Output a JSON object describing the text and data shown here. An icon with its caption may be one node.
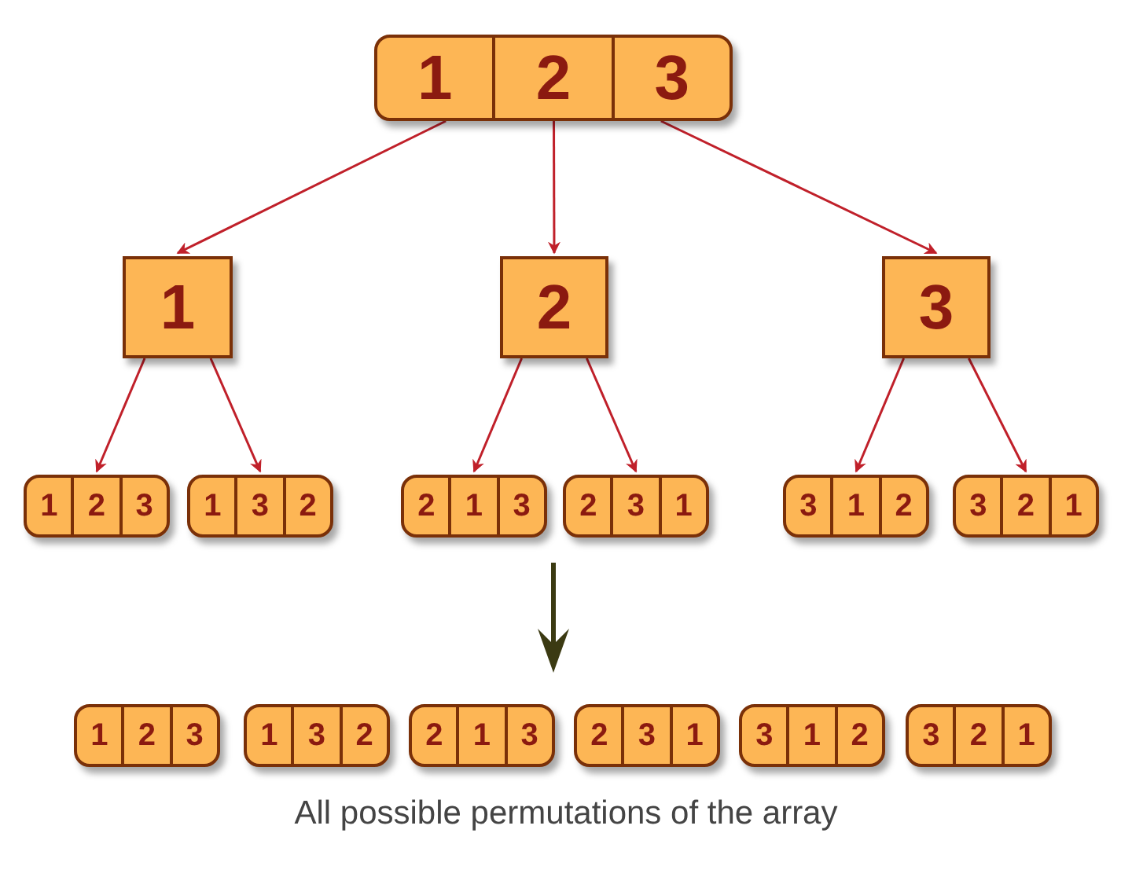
{
  "diagram": {
    "caption": "All possible permutations of the array",
    "nodes": [
      {
        "text": [
          "1",
          "2",
          "3"
        ]
      },
      {
        "text": [
          "1"
        ]
      },
      {
        "text": [
          "2"
        ]
      },
      {
        "text": [
          "3"
        ]
      },
      {
        "text": [
          "1",
          "2",
          "3"
        ]
      },
      {
        "text": [
          "1",
          "3",
          "2"
        ]
      },
      {
        "text": [
          "2",
          "1",
          "3"
        ]
      },
      {
        "text": [
          "2",
          "3",
          "1"
        ]
      },
      {
        "text": [
          "3",
          "1",
          "2"
        ]
      },
      {
        "text": [
          "3",
          "2",
          "1"
        ]
      },
      {
        "text": [
          "1",
          "2",
          "3"
        ]
      },
      {
        "text": [
          "1",
          "3",
          "2"
        ]
      },
      {
        "text": [
          "2",
          "1",
          "3"
        ]
      },
      {
        "text": [
          "2",
          "3",
          "1"
        ]
      },
      {
        "text": [
          "3",
          "1",
          "2"
        ]
      },
      {
        "text": [
          "3",
          "2",
          "1"
        ]
      }
    ],
    "edges": [
      {
        "from": 0,
        "to": 1,
        "arrow": "to"
      },
      {
        "from": 0,
        "to": 2,
        "arrow": "to"
      },
      {
        "from": 0,
        "to": 3,
        "arrow": "to"
      },
      {
        "from": 1,
        "to": 4,
        "arrow": "to"
      },
      {
        "from": 1,
        "to": 5,
        "arrow": "to"
      },
      {
        "from": 2,
        "to": 6,
        "arrow": "to"
      },
      {
        "from": 2,
        "to": 7,
        "arrow": "to"
      },
      {
        "from": 3,
        "to": 8,
        "arrow": "to"
      },
      {
        "from": 3,
        "to": 9,
        "arrow": "to"
      }
    ]
  }
}
